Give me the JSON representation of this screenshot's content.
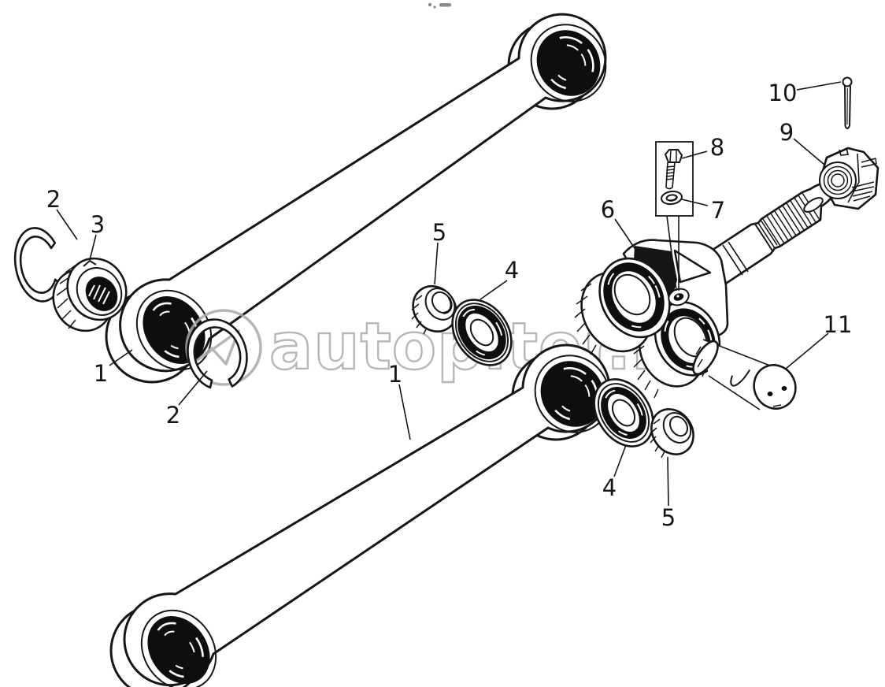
{
  "page": {
    "background": "#ffffff"
  },
  "diagram": {
    "type": "exploded-parts-drawing",
    "line_color": "#161616",
    "bore_fill": "#0e0e0e",
    "watermark": {
      "text": "autopiter.ru",
      "logo": "autopiter-at-logo",
      "color": "#b7b7b7"
    },
    "labels": [
      {
        "ref": "snap-ring-outer",
        "text": "2"
      },
      {
        "ref": "bearing-bushing",
        "text": "3"
      },
      {
        "ref": "rod-upper",
        "text": "1"
      },
      {
        "ref": "snap-ring-inner",
        "text": "2"
      },
      {
        "ref": "bushing-upper",
        "text": "5"
      },
      {
        "ref": "seal-upper",
        "text": "4"
      },
      {
        "ref": "rod-lower",
        "text": "1"
      },
      {
        "ref": "clevis",
        "text": "6"
      },
      {
        "ref": "washer",
        "text": "7"
      },
      {
        "ref": "bolt",
        "text": "8"
      },
      {
        "ref": "castle-nut",
        "text": "9"
      },
      {
        "ref": "cotter-pin",
        "text": "10"
      },
      {
        "ref": "pin",
        "text": "11"
      },
      {
        "ref": "seal-lower",
        "text": "4"
      },
      {
        "ref": "bushing-lower",
        "text": "5"
      }
    ]
  }
}
